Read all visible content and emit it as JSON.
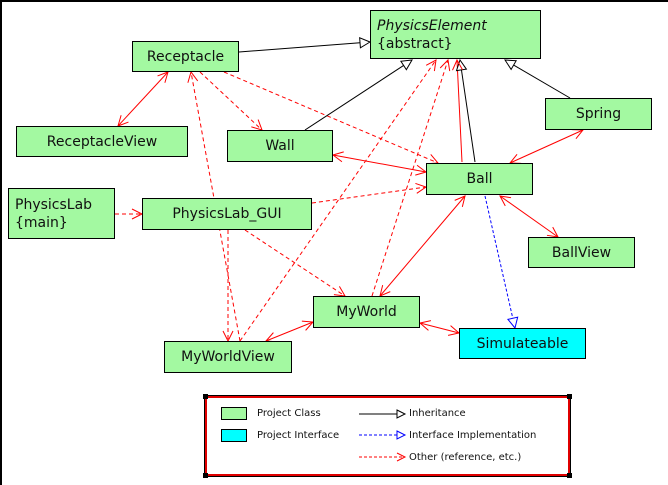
{
  "diagram": {
    "title": "Physics Lab class diagram",
    "colors": {
      "project_class": "#a3f9a1",
      "project_interface": "#00ffff",
      "inheritance": "#000000",
      "interface_implementation": "#0000ff",
      "other": "#ff0000"
    },
    "nodes": {
      "physics_element": {
        "name": "PhysicsElement",
        "stereotype": "{abstract}",
        "kind": "class"
      },
      "receptacle": {
        "name": "Receptacle",
        "kind": "class"
      },
      "receptacle_view": {
        "name": "ReceptacleView",
        "kind": "class"
      },
      "wall": {
        "name": "Wall",
        "kind": "class"
      },
      "spring": {
        "name": "Spring",
        "kind": "class"
      },
      "ball": {
        "name": "Ball",
        "kind": "class"
      },
      "physics_lab": {
        "name": "PhysicsLab",
        "stereotype": "{main}",
        "kind": "class"
      },
      "physics_lab_gui": {
        "name": "PhysicsLab_GUI",
        "kind": "class"
      },
      "ball_view": {
        "name": "BallView",
        "kind": "class"
      },
      "my_world": {
        "name": "MyWorld",
        "kind": "class"
      },
      "my_world_view": {
        "name": "MyWorldView",
        "kind": "class"
      },
      "simulateable": {
        "name": "Simulateable",
        "kind": "interface"
      }
    },
    "edges": [
      {
        "from": "receptacle",
        "to": "physics_element",
        "type": "inheritance"
      },
      {
        "from": "wall",
        "to": "physics_element",
        "type": "inheritance"
      },
      {
        "from": "ball",
        "to": "physics_element",
        "type": "inheritance"
      },
      {
        "from": "spring",
        "to": "physics_element",
        "type": "inheritance"
      },
      {
        "from": "ball",
        "to": "simulateable",
        "type": "interface_implementation"
      },
      {
        "from": "receptacle",
        "to": "receptacle_view",
        "type": "other",
        "style": "solid",
        "bidirectional": true
      },
      {
        "from": "receptacle",
        "to": "wall",
        "type": "other",
        "style": "dashed"
      },
      {
        "from": "receptacle",
        "to": "ball",
        "type": "other",
        "style": "dashed"
      },
      {
        "from": "wall",
        "to": "ball",
        "type": "other",
        "style": "solid",
        "bidirectional": true
      },
      {
        "from": "spring",
        "to": "ball",
        "type": "other",
        "style": "solid",
        "bidirectional": true
      },
      {
        "from": "ball",
        "to": "physics_element",
        "type": "other",
        "style": "solid"
      },
      {
        "from": "ball",
        "to": "ball_view",
        "type": "other",
        "style": "solid",
        "bidirectional": true
      },
      {
        "from": "ball",
        "to": "my_world",
        "type": "other",
        "style": "solid",
        "bidirectional": true
      },
      {
        "from": "physics_lab",
        "to": "physics_lab_gui",
        "type": "other",
        "style": "dashed"
      },
      {
        "from": "physics_lab_gui",
        "to": "ball",
        "type": "other",
        "style": "dashed"
      },
      {
        "from": "physics_lab_gui",
        "to": "my_world",
        "type": "other",
        "style": "dashed"
      },
      {
        "from": "physics_lab_gui",
        "to": "my_world_view",
        "type": "other",
        "style": "dashed"
      },
      {
        "from": "my_world_view",
        "to": "receptacle",
        "type": "other",
        "style": "dashed"
      },
      {
        "from": "my_world_view",
        "to": "physics_element",
        "type": "other",
        "style": "dashed"
      },
      {
        "from": "my_world",
        "to": "physics_element",
        "type": "other",
        "style": "dashed"
      },
      {
        "from": "my_world",
        "to": "my_world_view",
        "type": "other",
        "style": "solid",
        "bidirectional": true
      },
      {
        "from": "my_world",
        "to": "simulateable",
        "type": "other",
        "style": "solid",
        "bidirectional": true
      }
    ],
    "legend": {
      "project_class": "Project Class",
      "project_interface": "Project Interface",
      "inheritance": "Inheritance",
      "interface_implementation": "Interface Implementation",
      "other": "Other (reference, etc.)"
    }
  }
}
